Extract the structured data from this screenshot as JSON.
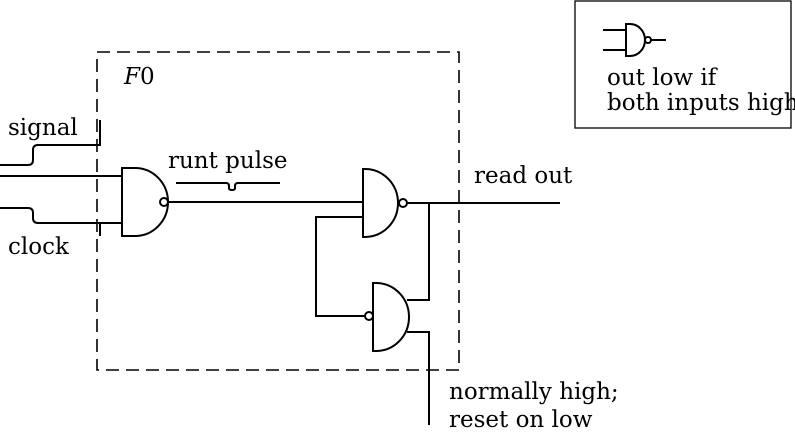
{
  "diagram": {
    "block_label_italic": "F",
    "block_label_num": "0",
    "inputs": {
      "signal": "signal",
      "clock": "clock"
    },
    "runt_pulse": "runt pulse",
    "read_out": "read out",
    "reset": {
      "line1": "normally high;",
      "line2": "reset on low"
    },
    "legend": {
      "line1": "out low if",
      "line2": "both inputs high"
    }
  }
}
